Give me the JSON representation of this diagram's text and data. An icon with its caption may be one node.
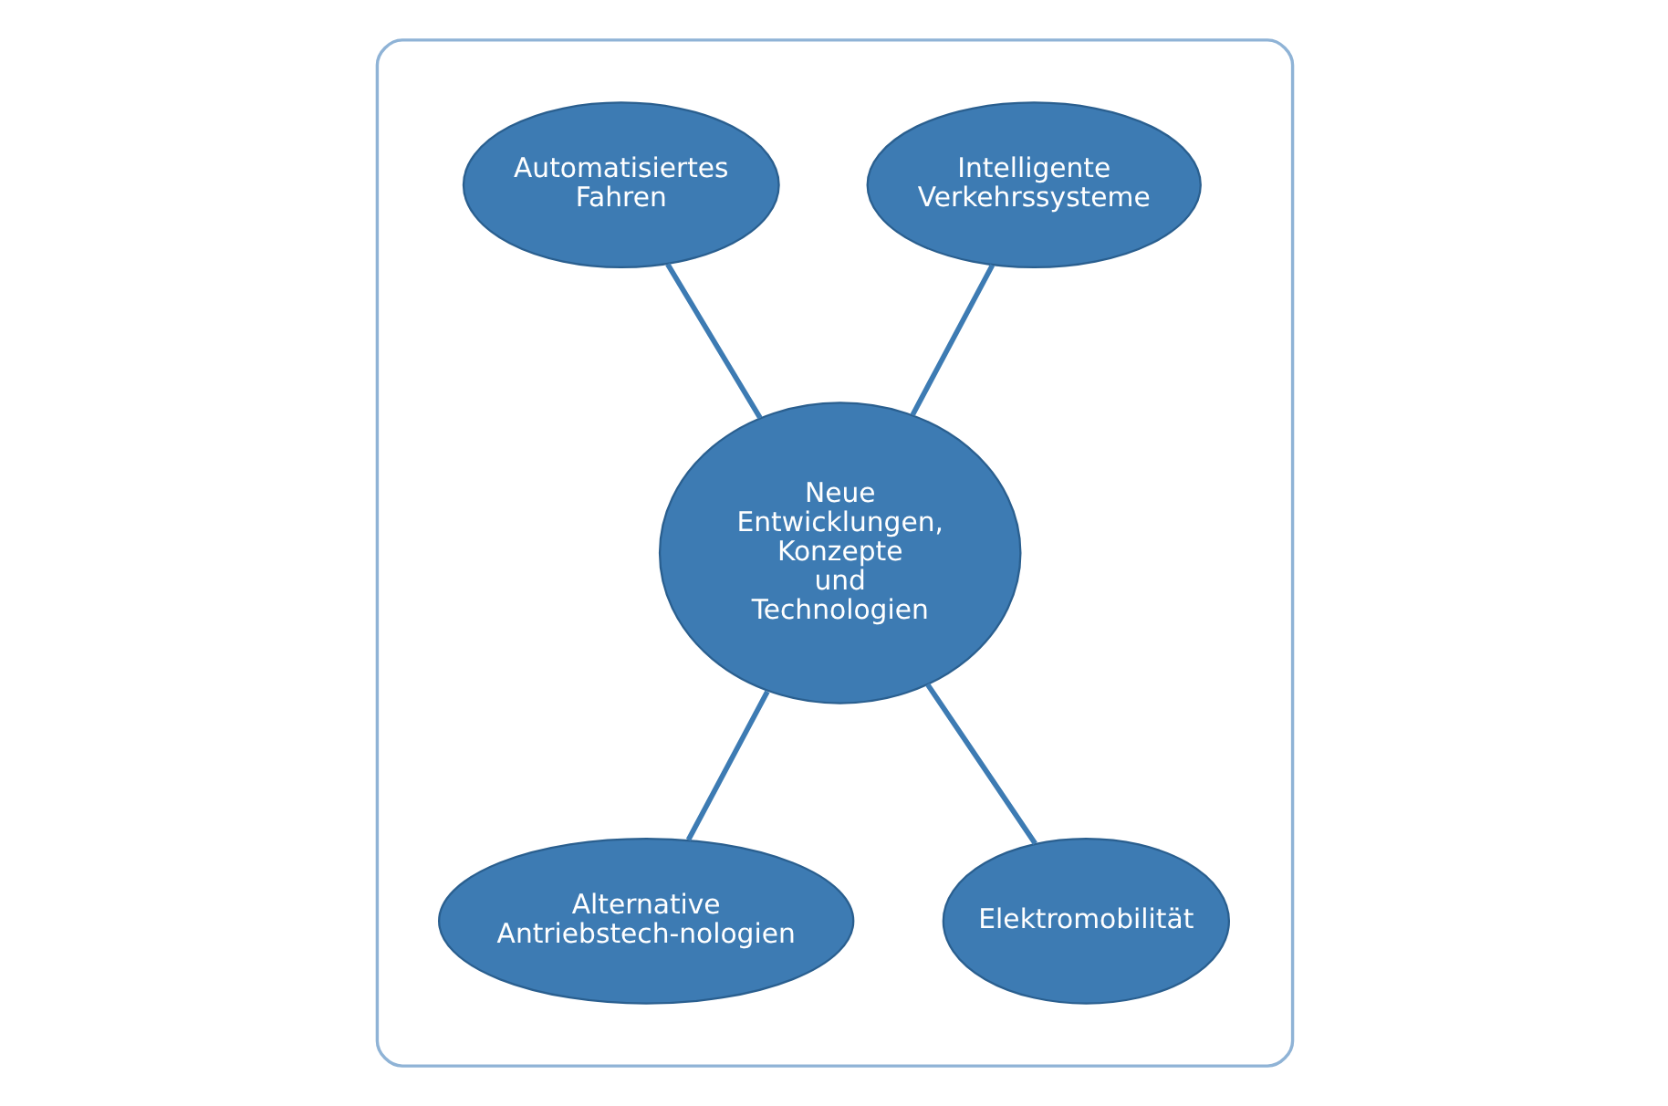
{
  "diagram": {
    "nodes": [
      {
        "text": [],
        "shape": "ellipse"
      },
      {
        "text": [
          "Neue Entwicklungen, Konzepte und Technologien"
        ],
        "in": 0
      },
      {
        "text": [
          "Intelligente Verkehrssysteme"
        ],
        "in": 0
      },
      {
        "text": [
          "Automatisiertes Fahren"
        ],
        "in": 0
      },
      {
        "text": [
          "Alternative Antriebstech-nologien"
        ],
        "in": 0
      },
      {
        "text": [
          "Elektromobilität"
        ],
        "in": 0
      }
    ],
    "edges": [
      {
        "from": 1,
        "to": 2,
        "arrow": "none"
      },
      {
        "from": 1,
        "to": 3,
        "arrow": "none"
      },
      {
        "from": 1,
        "to": 4,
        "arrow": "none"
      },
      {
        "from": 1,
        "to": 5,
        "arrow": "none"
      }
    ]
  }
}
